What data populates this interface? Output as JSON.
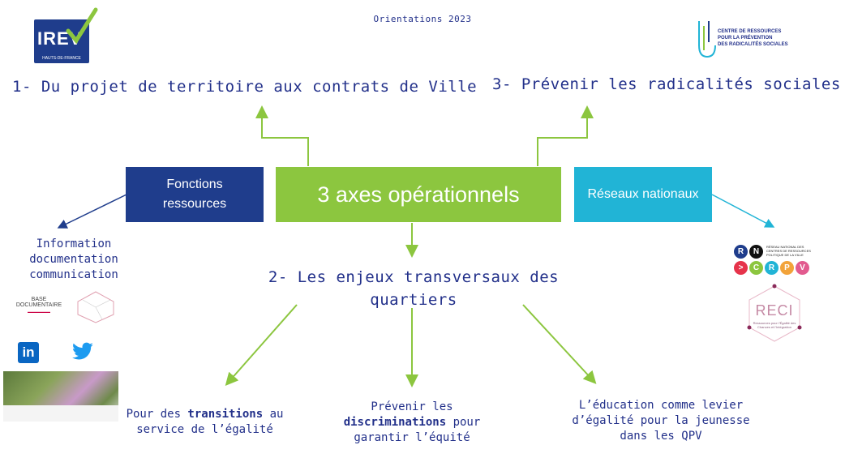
{
  "header": {
    "title": "Orientations 2023"
  },
  "logos": {
    "irev": {
      "name": "IREV",
      "region": "HAUTS-DE-FRANCE"
    },
    "crprs": {
      "line1": "CENTRE DE RESSOURCES",
      "line2": "POUR LA PRÉVENTION",
      "line3": "DES RADICALITÉS SOCIALES"
    },
    "rn": {
      "top": "RN",
      "bottom": ">CRPV",
      "caption": "RÉSEAU NATIONAL DES CENTRES DE RESSOURCES POLITIQUE DE LA VILLE"
    },
    "reci": {
      "name": "RECI",
      "caption": "Ressources pour l'Égalité des Chances et l'Intégration"
    }
  },
  "axes": {
    "axis1": "1- Du projet de territoire aux contrats de Ville",
    "axis2_line1": "2- Les enjeux transversaux des",
    "axis2_line2": "quartiers",
    "axis3": "3- Prévenir les radicalités sociales"
  },
  "boxes": {
    "left_line1": "Fonctions",
    "left_line2": "ressources",
    "center": "3 axes opérationnels",
    "right": "Réseaux nationaux"
  },
  "left_panel": {
    "info_line1": "Information",
    "info_line2": "documentation",
    "info_line3": "communication",
    "base_line1": "BASE",
    "base_line2": "DOCUMENTAIRE"
  },
  "subtopics": {
    "t1_pre": "Pour des ",
    "t1_bold": "transitions",
    "t1_post": " au",
    "t1_line2": "service de l’égalité",
    "t2_line1": "Prévenir les",
    "t2_bold": "discriminations",
    "t2_post": " pour",
    "t2_line3": "garantir l’équité",
    "t3_line1": "L’éducation comme levier",
    "t3_line2": "d’égalité pour la jeunesse",
    "t3_line3": "dans les QPV"
  },
  "social": {
    "linkedin": "in",
    "twitter_icon": "twitter-bird"
  },
  "colors": {
    "navy": "#1f3d8c",
    "green": "#8cc63f",
    "cyan": "#21b4d6",
    "text": "#22308a"
  }
}
